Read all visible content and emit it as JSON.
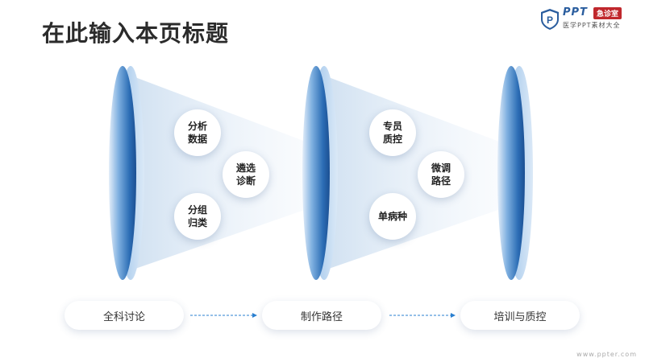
{
  "title": "在此输入本页标题",
  "logo": {
    "ppt_text": "PPT",
    "badge": "急诊室",
    "subtitle": "医学PPT素材大全",
    "icon": "shield-p-icon"
  },
  "bubbles": {
    "b1": "分析数据",
    "b2": "遴选诊断",
    "b3": "分组归类",
    "b4": "专员质控",
    "b5": "微调路径",
    "b6": "单病种"
  },
  "stages": [
    "全科讨论",
    "制作路径",
    "培训与质控"
  ],
  "footer": "www.ppter.com",
  "colors": {
    "lens_dark": "#1f5fa8",
    "lens_light": "#e6f0fa",
    "arrow": "#2a7fd0",
    "title": "#2b2b2b"
  }
}
